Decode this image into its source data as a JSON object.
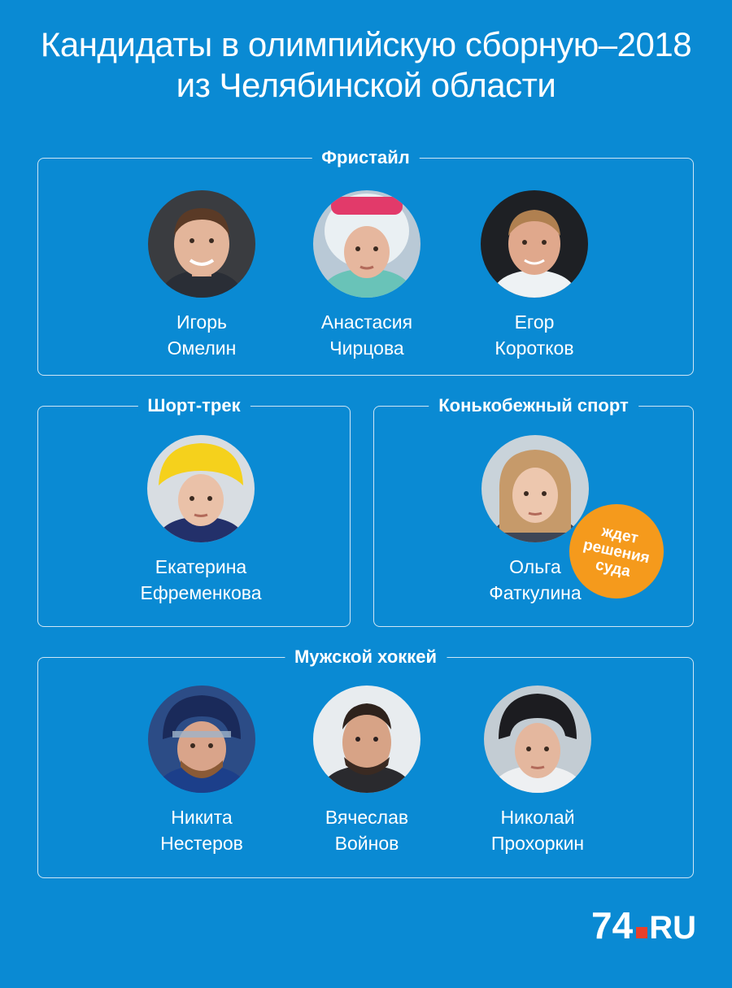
{
  "title": {
    "line1": "Кандидаты в олимпийскую сборную–2018",
    "line2": "из Челябинской области"
  },
  "sections": {
    "freestyle": {
      "label": "Фристайл",
      "people": [
        {
          "first": "Игорь",
          "last": "Омелин"
        },
        {
          "first": "Анастасия",
          "last": "Чирцова"
        },
        {
          "first": "Егор",
          "last": "Коротков"
        }
      ]
    },
    "shorttrack": {
      "label": "Шорт-трек",
      "people": [
        {
          "first": "Екатерина",
          "last": "Ефременкова"
        }
      ]
    },
    "speedskating": {
      "label": "Конькобежный спорт",
      "people": [
        {
          "first": "Ольга",
          "last": "Фаткулина"
        }
      ],
      "badge": {
        "line1": "ждет",
        "line2": "решения",
        "line3": "суда"
      }
    },
    "hockey": {
      "label": "Мужской хоккей",
      "people": [
        {
          "first": "Никита",
          "last": "Нестеров"
        },
        {
          "first": "Вячеслав",
          "last": "Войнов"
        },
        {
          "first": "Николай",
          "last": "Прохоркин"
        }
      ]
    }
  },
  "logo": {
    "number": "74",
    "suffix": "RU"
  },
  "colors": {
    "background": "#0a8ad3",
    "badge": "#f59a1c",
    "logo_dot": "#e8402b"
  }
}
